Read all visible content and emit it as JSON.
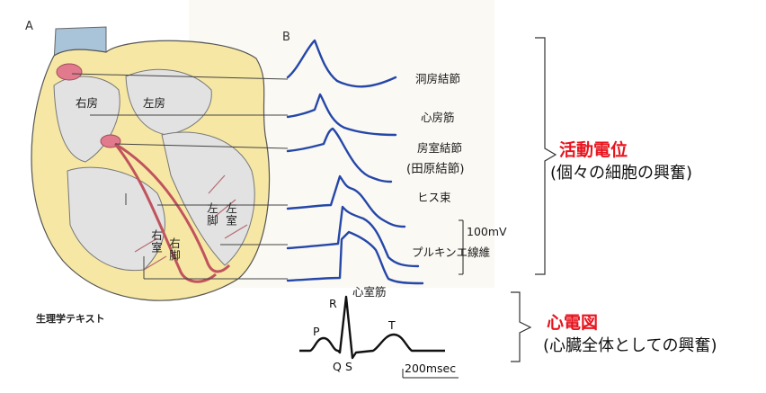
{
  "panels": {
    "a": "A",
    "b": "B"
  },
  "source": "生理学テキスト",
  "heart_labels": {
    "right_atrium": "右房",
    "left_atrium": "左房",
    "left_bundle": "左脚",
    "left_ventricle": "左室",
    "right_ventricle": "右室",
    "right_bundle": "右脚"
  },
  "waveforms": [
    {
      "label": "洞房結節"
    },
    {
      "label": "心房筋"
    },
    {
      "label": "房室結節"
    },
    {
      "label": "(田原結節)"
    },
    {
      "label": "ヒス束"
    },
    {
      "label": "プルキンエ線維"
    },
    {
      "label": "心室筋"
    }
  ],
  "scale": {
    "voltage": "100mV",
    "time": "200msec"
  },
  "ecg": {
    "p": "P",
    "q": "Q",
    "r": "R",
    "s": "S",
    "t": "T"
  },
  "right": {
    "action_potential": "活動電位",
    "action_potential_sub": "(個々の細胞の興奮)",
    "ecg_title": "心電図",
    "ecg_sub": "(心臓全体としての興奮)"
  },
  "colors": {
    "trace": "#2547a8",
    "highlight": "#e8141e",
    "conduction": "#c0535e",
    "myocardium": "#f6e7a4",
    "vessel": "#a9c3d8"
  }
}
